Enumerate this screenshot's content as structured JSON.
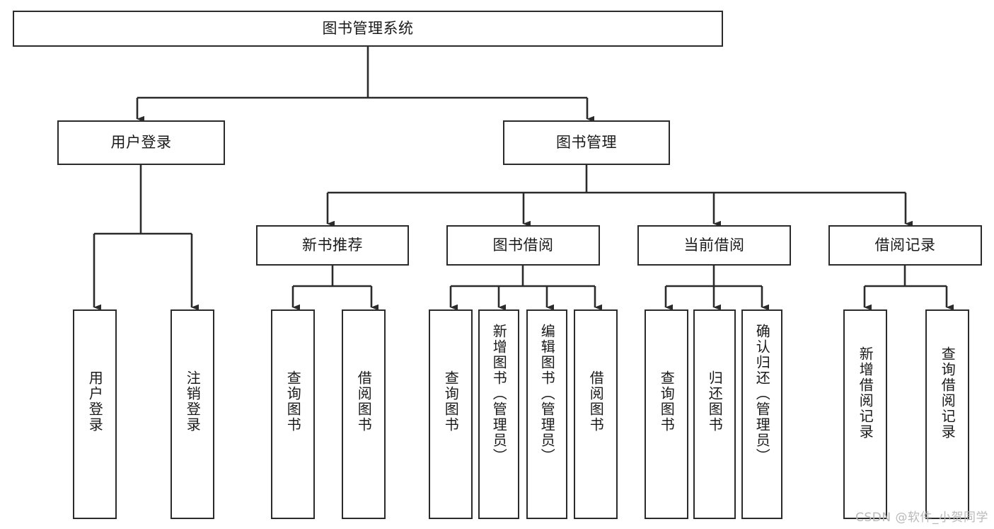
{
  "diagram": {
    "title": "图书管理系统",
    "type": "hierarchy-tree",
    "watermark": "CSDN @软件_小贺同学",
    "nodes": {
      "root": {
        "label": "图书管理系统",
        "orientation": "horizontal"
      },
      "l1": [
        {
          "id": "user-login",
          "label": "用户登录",
          "orientation": "horizontal"
        },
        {
          "id": "book-manage",
          "label": "图书管理",
          "orientation": "horizontal"
        }
      ],
      "l2": [
        {
          "id": "new-book-rec",
          "label": "新书推荐",
          "orientation": "horizontal"
        },
        {
          "id": "book-borrow",
          "label": "图书借阅",
          "orientation": "horizontal"
        },
        {
          "id": "current-borrow",
          "label": "当前借阅",
          "orientation": "horizontal"
        },
        {
          "id": "borrow-record",
          "label": "借阅记录",
          "orientation": "horizontal"
        }
      ],
      "leaves": [
        {
          "id": "leaf-user-login",
          "label": "用户登录",
          "parent": "user-login",
          "orientation": "vertical"
        },
        {
          "id": "leaf-logout",
          "label": "注销登录",
          "parent": "user-login",
          "orientation": "vertical"
        },
        {
          "id": "leaf-query-book-1",
          "label": "查询图书",
          "parent": "new-book-rec",
          "orientation": "vertical"
        },
        {
          "id": "leaf-borrow-book-1",
          "label": "借阅图书",
          "parent": "new-book-rec",
          "orientation": "vertical"
        },
        {
          "id": "leaf-query-book-2",
          "label": "查询图书",
          "parent": "book-borrow",
          "orientation": "vertical"
        },
        {
          "id": "leaf-add-book",
          "label": "新增图书（管理员）",
          "parent": "book-borrow",
          "orientation": "vertical"
        },
        {
          "id": "leaf-edit-book",
          "label": "编辑图书（管理员）",
          "parent": "book-borrow",
          "orientation": "vertical"
        },
        {
          "id": "leaf-borrow-book-2",
          "label": "借阅图书",
          "parent": "book-borrow",
          "orientation": "vertical"
        },
        {
          "id": "leaf-query-book-3",
          "label": "查询图书",
          "parent": "current-borrow",
          "orientation": "vertical"
        },
        {
          "id": "leaf-return-book",
          "label": "归还图书",
          "parent": "current-borrow",
          "orientation": "vertical"
        },
        {
          "id": "leaf-confirm-return",
          "label": "确认归还（管理员）",
          "parent": "current-borrow",
          "orientation": "vertical"
        },
        {
          "id": "leaf-add-record",
          "label": "新增借阅记录",
          "parent": "borrow-record",
          "orientation": "vertical"
        },
        {
          "id": "leaf-query-record",
          "label": "查询借阅记录",
          "parent": "borrow-record",
          "orientation": "vertical"
        }
      ]
    },
    "colors": {
      "stroke": "#2b2b2b",
      "fill": "#ffffff",
      "text": "#1a1a1a",
      "watermark": "#b9b9b9"
    }
  }
}
